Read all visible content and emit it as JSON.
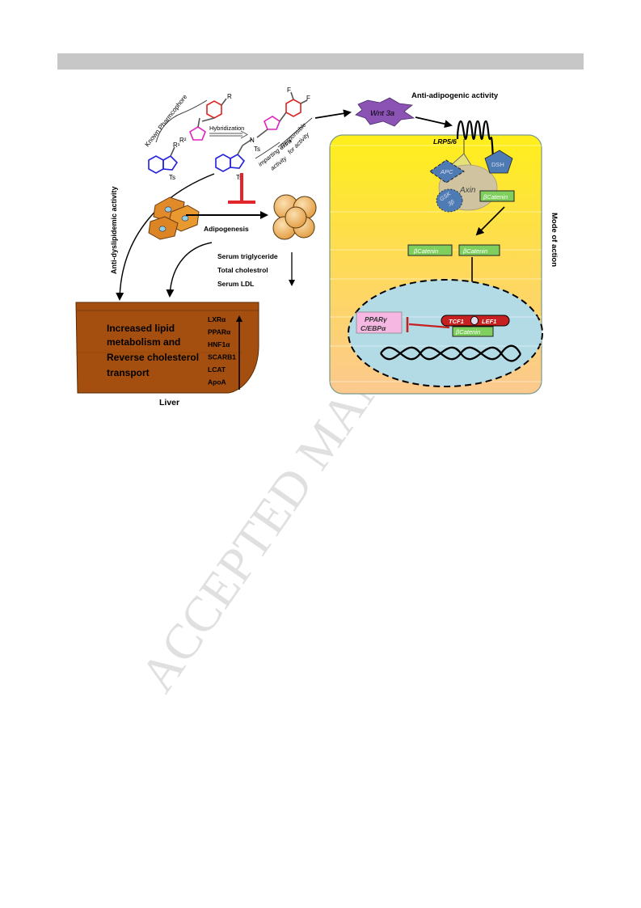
{
  "watermark": "ACCEPTED MANUSCRIPT",
  "labels": {
    "known_pharmacophore": "Known Pharmcophore",
    "hybridization": "Hybridization",
    "imparting_extra_1": "imparting extra",
    "imparting_extra_2": "activity",
    "responsible_1": "Responsible",
    "responsible_2": "for activity",
    "r1": "R¹",
    "r2": "R²",
    "r": "R",
    "ts": "Ts",
    "n": "N",
    "f": "F",
    "anti_adipogenic": "Anti-adipogenic  activity",
    "anti_dyslipidemic": "Anti-dyslipidemic activity",
    "mode_of_action": "Mode of action",
    "adipogenesis": "Adipogenesis",
    "serum_tg": "Serum triglyceride",
    "total_chol": "Total cholestrol",
    "serum_ldl": "Serum LDL",
    "liver": "Liver",
    "liver_text_1": "Increased lipid",
    "liver_text_2": "metabolism  and",
    "liver_text_3": "Reverse cholesterol",
    "liver_text_4": "transport",
    "wnt3a": "Wnt 3a",
    "lrp56": "LRP5/6",
    "apc": "APC",
    "dsh": "DSH",
    "axin": "Axin",
    "gsk3b_1": "GSK",
    "gsk3b_2": "3β",
    "bcatenin": "βCatenin",
    "tcf1": "TCF1",
    "lef1": "LEF1",
    "ppar_g": "PPARγ",
    "cebp_a": "C/EBPα"
  },
  "liver_genes": [
    "LXRα",
    "PPARα",
    "HNF1α",
    "SCARB1",
    "LCAT",
    "ApoA"
  ],
  "colors": {
    "topbar": "#c7c7c7",
    "liver": "#a44f0f",
    "cell_top": "#ffef1a",
    "cell_bottom": "#fbc98f",
    "nucleus": "#b3dbe6",
    "catenin": "#7fcf5f",
    "ppar_box": "#f6b7e3",
    "inhibit": "#e0262a",
    "wnt": "#8b53b3",
    "blue_protein": "#4f7bb5",
    "indole_blue": "#2222dd",
    "triazole_magenta": "#e020c0",
    "phenyl_red": "#dd2222"
  }
}
